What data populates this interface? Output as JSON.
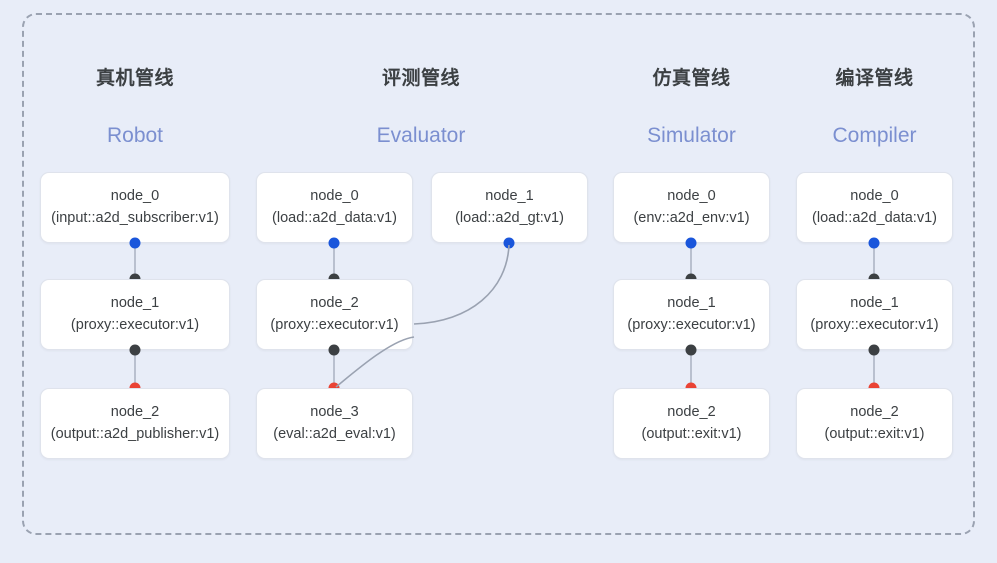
{
  "frame": {
    "border_style": "dashed",
    "border_color": "#9aa2b1",
    "background": "#e8edf8"
  },
  "colors": {
    "port_input": "#1a56db",
    "port_middle": "#3c4043",
    "port_output": "#ea4335",
    "edge": "#b9c0cf",
    "subtitle": "#7b8fd0",
    "title": "#3c4043",
    "node_bg": "#ffffff",
    "node_border": "#dfe3ec"
  },
  "columns": [
    {
      "id": "robot",
      "title": "真机管线",
      "subtitle": "Robot",
      "nodes": [
        {
          "name": "node_0",
          "type": "(input::a2d_subscriber:v1)"
        },
        {
          "name": "node_1",
          "type": "(proxy::executor:v1)"
        },
        {
          "name": "node_2",
          "type": "(output::a2d_publisher:v1)"
        }
      ]
    },
    {
      "id": "evaluator",
      "title": "评测管线",
      "subtitle": "Evaluator",
      "nodes": [
        {
          "name": "node_0",
          "type": "(load::a2d_data:v1)"
        },
        {
          "name": "node_1",
          "type": "(load::a2d_gt:v1)"
        },
        {
          "name": "node_2",
          "type": "(proxy::executor:v1)"
        },
        {
          "name": "node_3",
          "type": "(eval::a2d_eval:v1)"
        }
      ]
    },
    {
      "id": "simulator",
      "title": "仿真管线",
      "subtitle": "Simulator",
      "nodes": [
        {
          "name": "node_0",
          "type": "(env::a2d_env:v1)"
        },
        {
          "name": "node_1",
          "type": "(proxy::executor:v1)"
        },
        {
          "name": "node_2",
          "type": "(output::exit:v1)"
        }
      ]
    },
    {
      "id": "compiler",
      "title": "编译管线",
      "subtitle": "Compiler",
      "nodes": [
        {
          "name": "node_0",
          "type": "(load::a2d_data:v1)"
        },
        {
          "name": "node_1",
          "type": "(proxy::executor:v1)"
        },
        {
          "name": "node_2",
          "type": "(output::exit:v1)"
        }
      ]
    }
  ]
}
